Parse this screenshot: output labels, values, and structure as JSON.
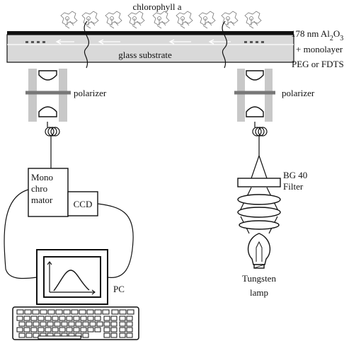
{
  "labels": {
    "molecule": "chlorophyll a",
    "coating_line1": "178 nm Al",
    "coating_sub1": "2",
    "coating_letter": "O",
    "coating_sub2": "3",
    "coating_line2": "+ monolayer",
    "coating_line3": "PEG  or  FDTS",
    "substrate": "glass substrate",
    "polarizer_left": "polarizer",
    "polarizer_right": "polarizer",
    "mono_line1": "Mono",
    "mono_line2": "chro",
    "mono_line3": "mator",
    "ccd": "CCD",
    "pc": "PC",
    "filter_line1": "BG 40",
    "filter_line2": "Filter",
    "lamp_line1": "Tungsten",
    "lamp_line2": "lamp"
  }
}
